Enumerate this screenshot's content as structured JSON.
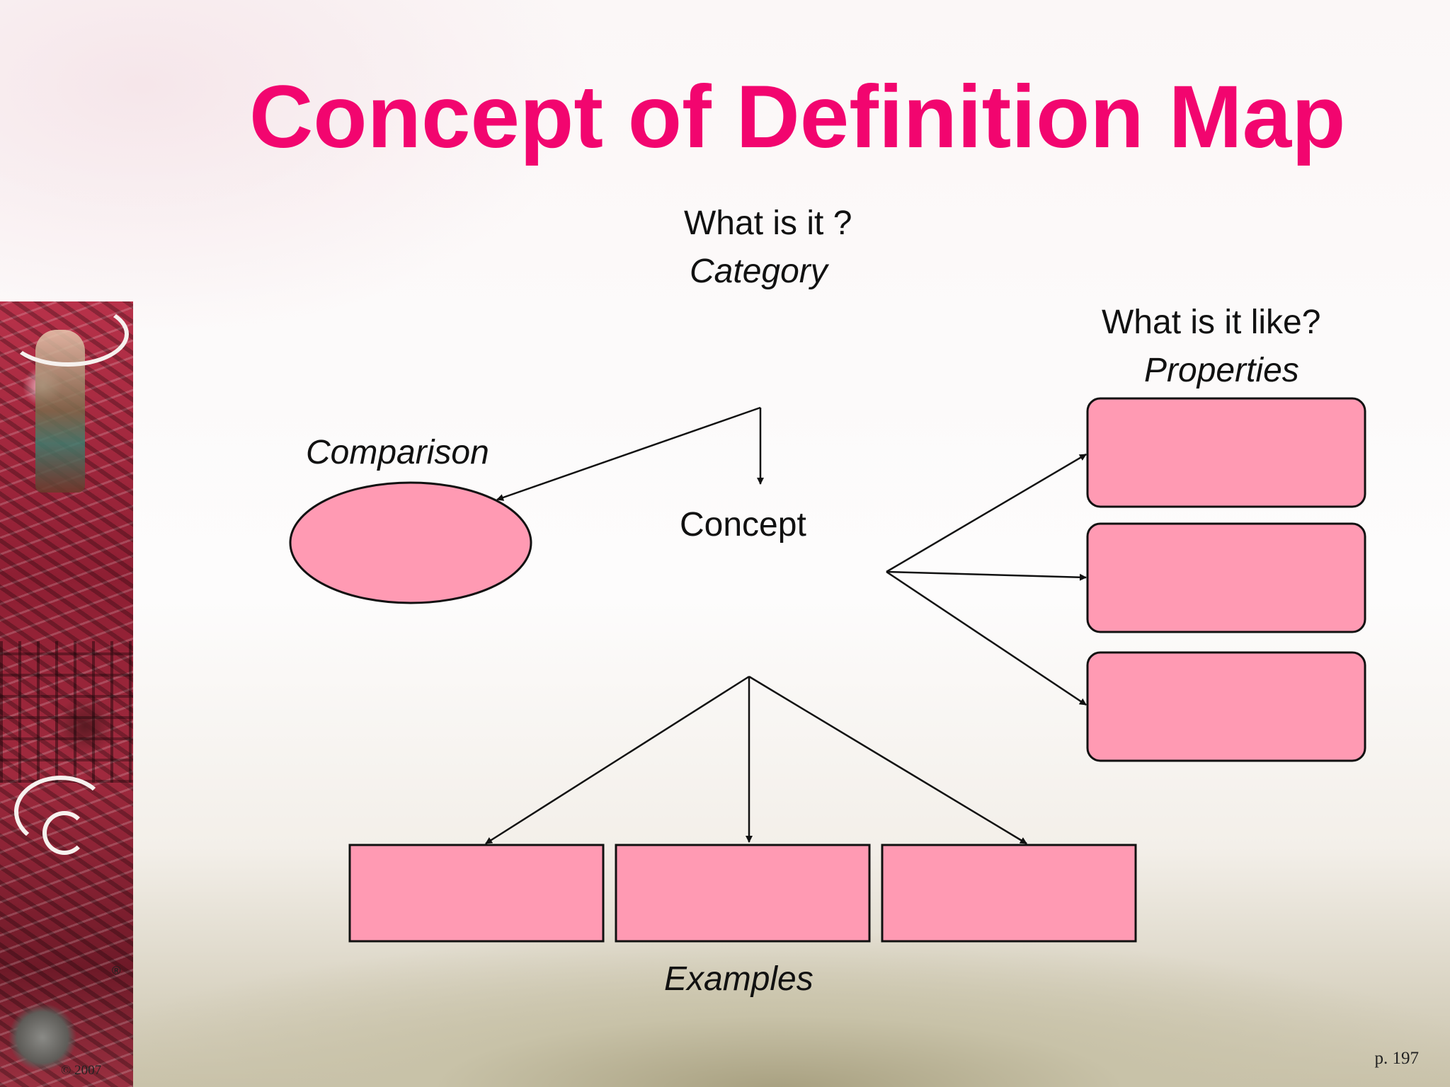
{
  "title": "Concept of Definition Map",
  "category": {
    "question": "What is it ?",
    "label": "Category"
  },
  "properties": {
    "question": "What is it like?",
    "label": "Properties"
  },
  "comparison": {
    "label": "Comparison"
  },
  "concept": {
    "label": "Concept"
  },
  "examples": {
    "label": "Examples"
  },
  "footer": {
    "copyright": "© 2007",
    "registered": "®",
    "page": "p. 197"
  },
  "colors": {
    "title": "#f2056f",
    "box_fill": "#ff9ab3",
    "stroke": "#111111"
  },
  "icons": [
    "decorative-collage-art"
  ]
}
